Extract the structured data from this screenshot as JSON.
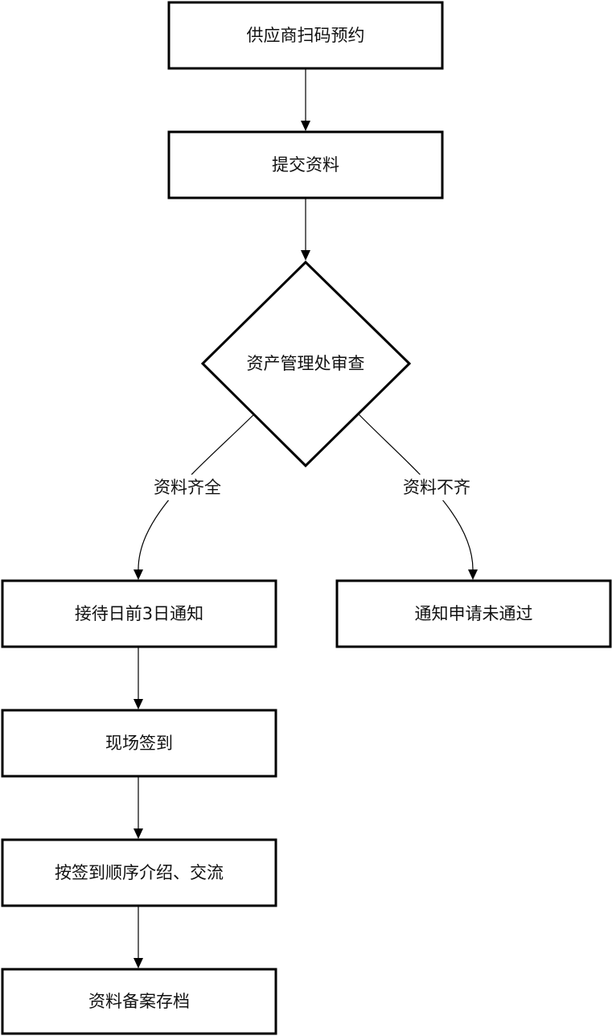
{
  "nodes": {
    "scan_booking": "供应商扫码预约",
    "submit_docs": "提交资料",
    "asset_review": "资产管理处审查",
    "notify_3days": "接待日前3日通知",
    "notify_rejected": "通知申请未通过",
    "checkin": "现场签到",
    "present": "按签到顺序介绍、交流",
    "archive": "资料备案存档"
  },
  "edges": {
    "complete": "资料齐全",
    "incomplete": "资料不齐"
  }
}
